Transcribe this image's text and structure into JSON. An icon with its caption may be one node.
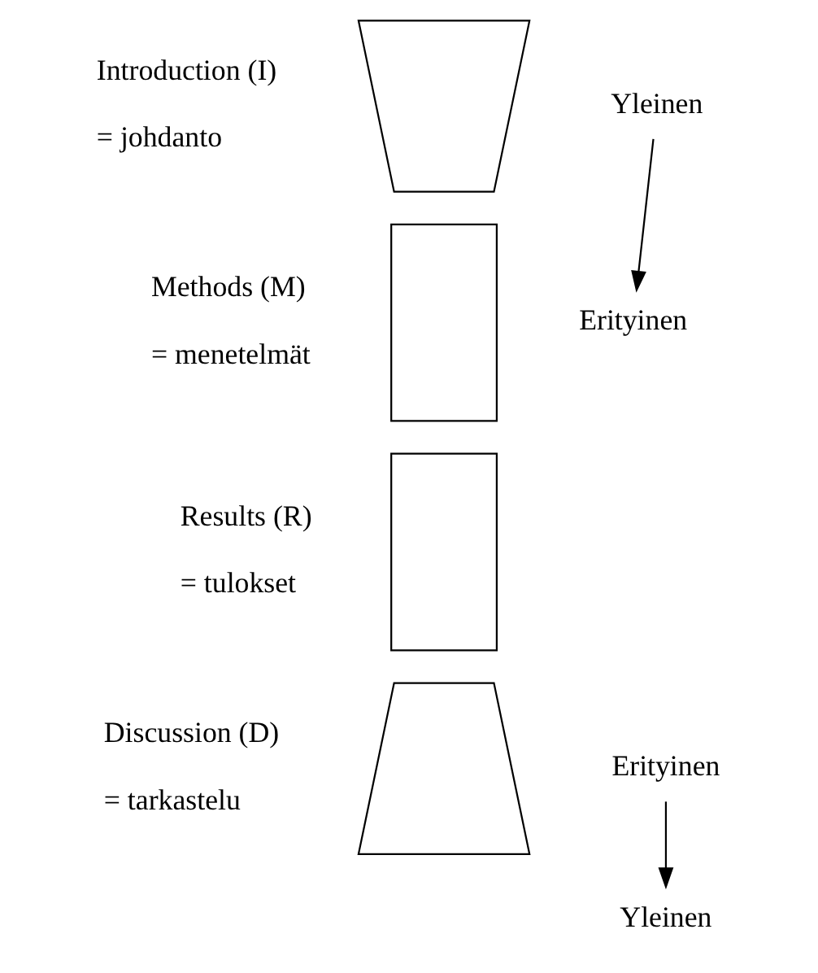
{
  "diagram": {
    "nodes": [
      {
        "text": [],
        "shape": "trapezoid",
        "beside": [
          "Introduction (I)",
          "= johdanto"
        ]
      },
      {
        "text": [],
        "shape": "box",
        "beside": [
          "Methods (M)",
          "= menetelmät"
        ]
      },
      {
        "text": [],
        "shape": "box",
        "beside": [
          "Results (R)",
          "= tulokset"
        ]
      },
      {
        "text": [],
        "shape": "trapezoid",
        "beside": [
          "Discussion (D)",
          "= tarkastelu"
        ]
      },
      {
        "text": [
          "Yleinen"
        ]
      },
      {
        "text": [
          "Erityinen"
        ]
      },
      {
        "text": [
          "Erityinen"
        ]
      },
      {
        "text": [
          "Yleinen"
        ]
      }
    ],
    "edges": [
      {
        "from": 4,
        "to": 5,
        "arrow": "to"
      },
      {
        "from": 6,
        "to": 7,
        "arrow": "to"
      }
    ]
  }
}
